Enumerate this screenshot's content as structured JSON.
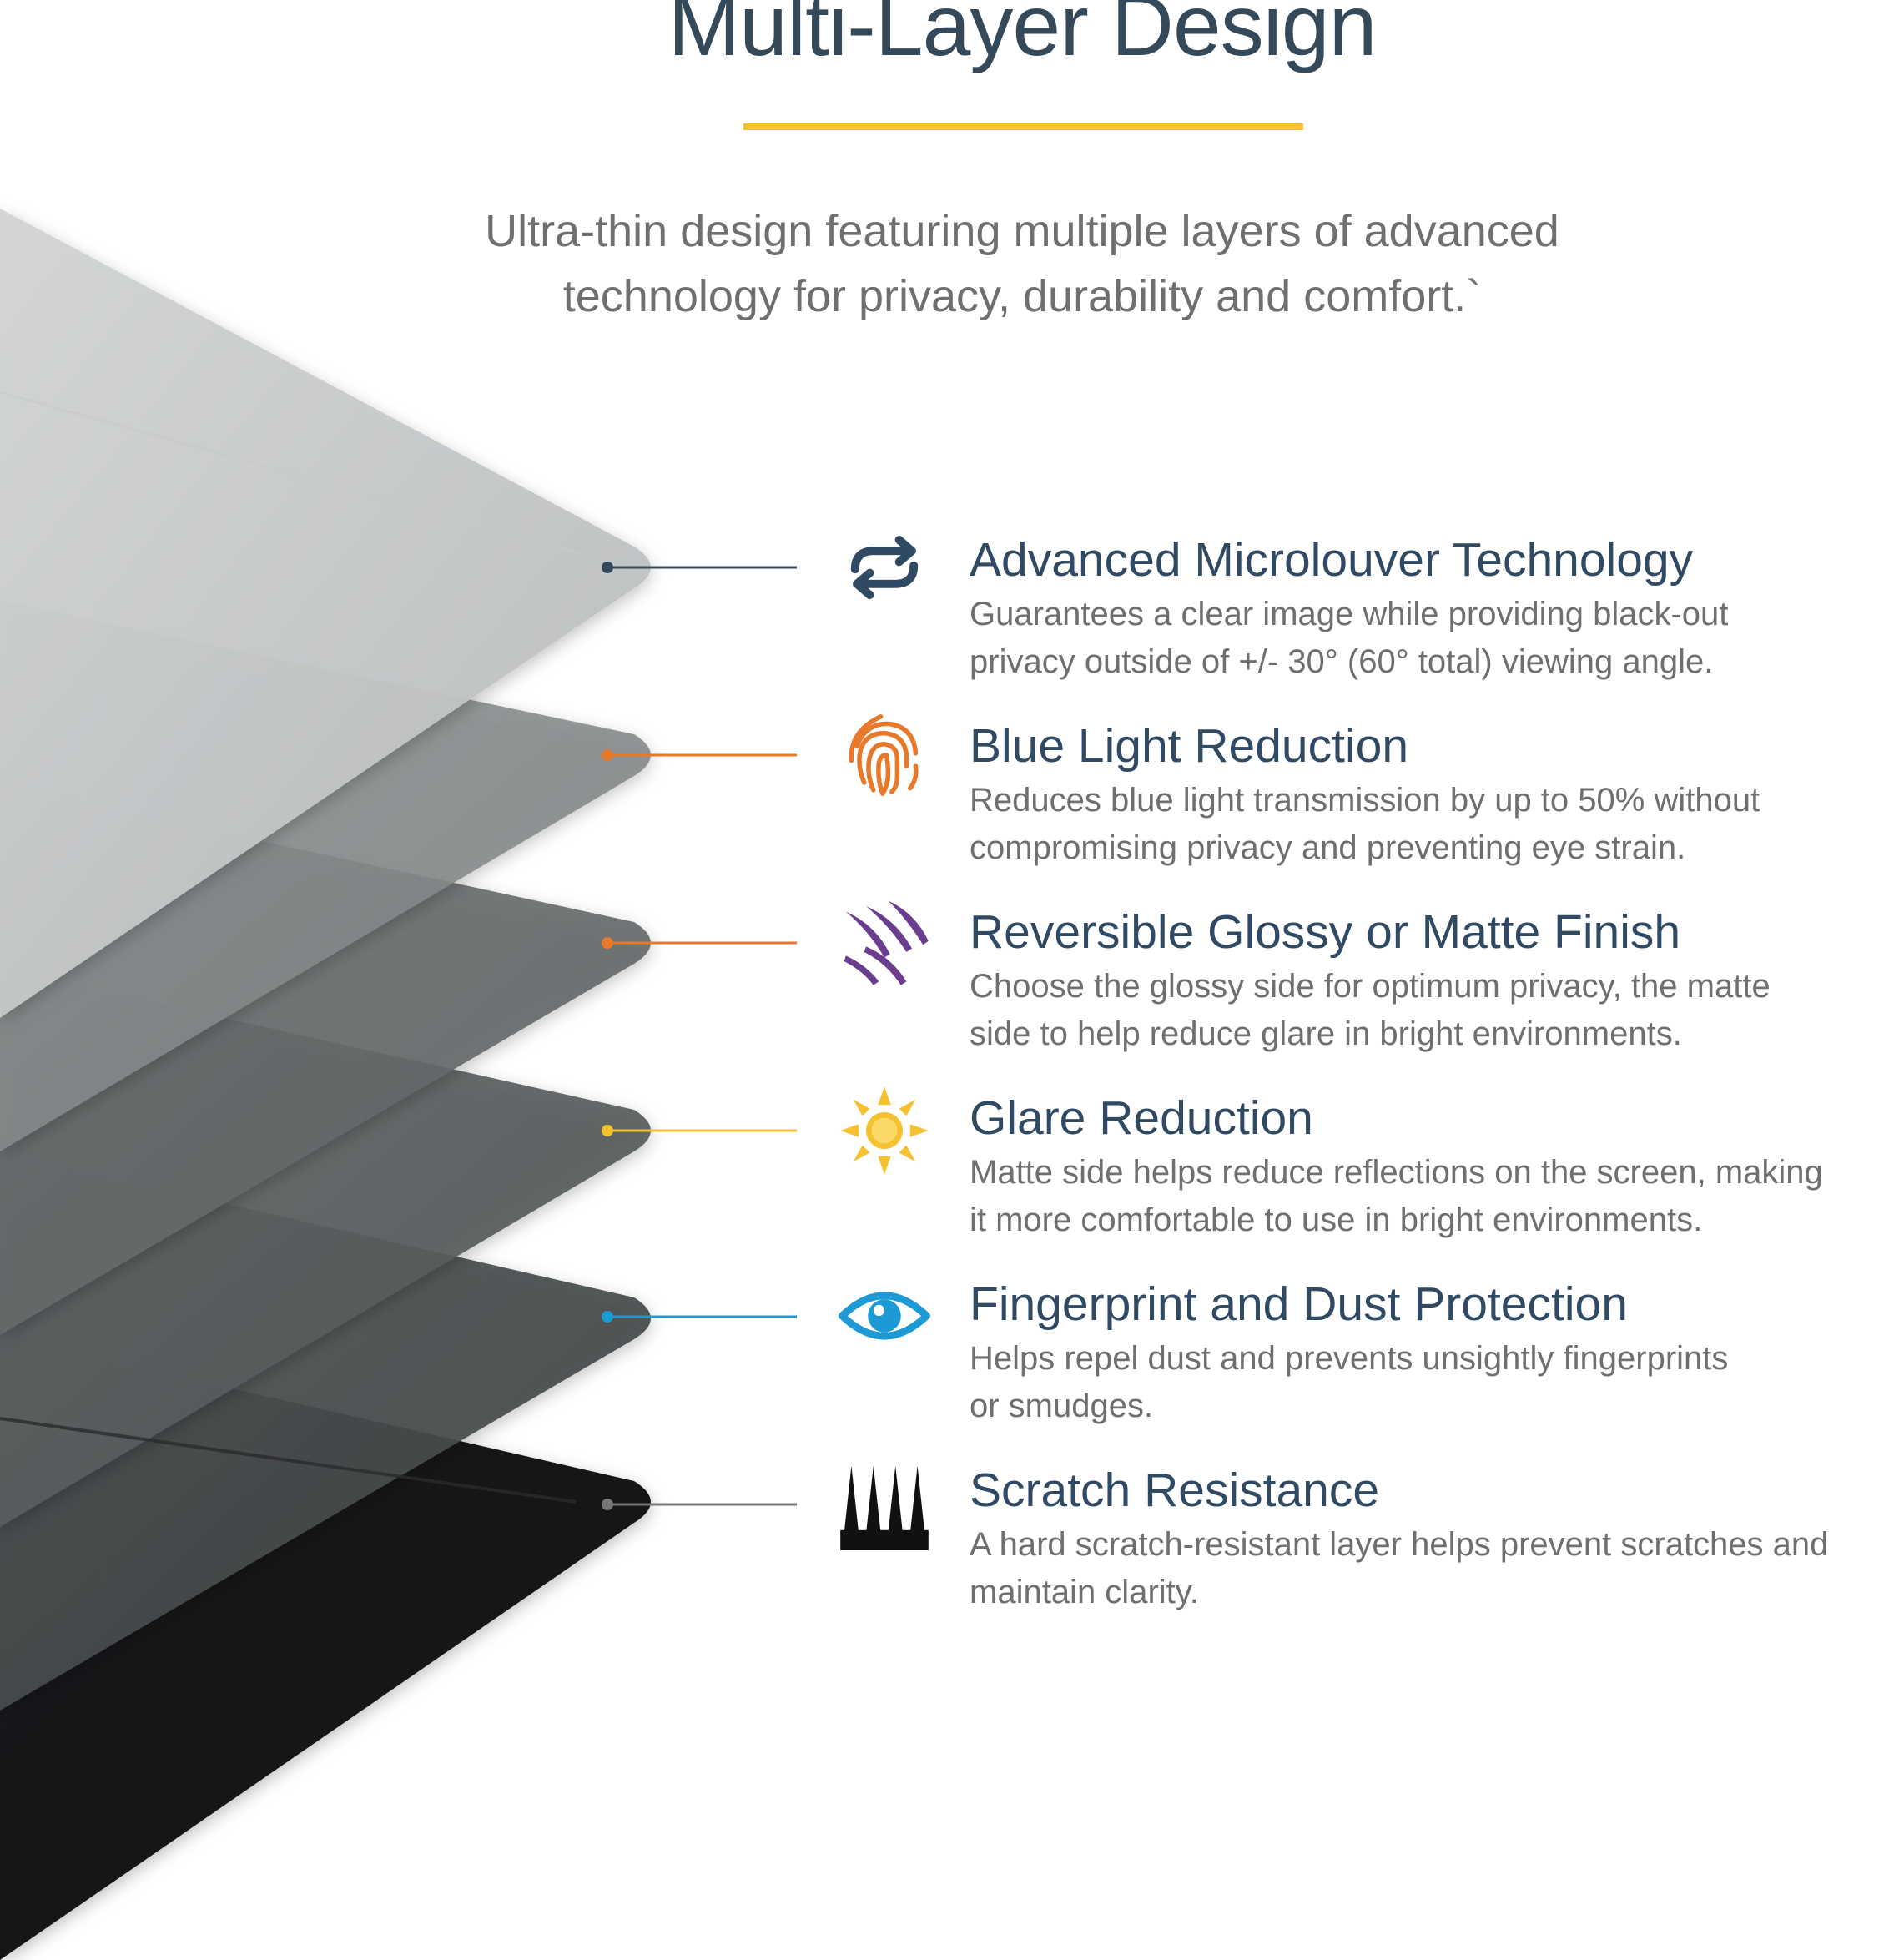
{
  "header": {
    "title": "Multi-Layer Design",
    "subtitle_line1": "Ultra-thin design featuring multiple layers of advanced",
    "subtitle_line2": "technology for privacy, durability and comfort.`"
  },
  "colors": {
    "title": "#34495a",
    "accent_rule": "#f6c12f",
    "body_text": "#6f6f71",
    "feature_title": "#2f4a62"
  },
  "features": [
    {
      "icon": "arrows-cycle-icon",
      "connector_color": "#34495a",
      "title": "Advanced Microlouver Technology",
      "desc_line1": "Guarantees a clear image while providing black-out",
      "desc_line2": "privacy outside of +/- 30° (60° total) viewing angle."
    },
    {
      "icon": "fingerprint-icon",
      "connector_color": "#e8792a",
      "title": "Blue Light Reduction",
      "desc_line1": "Reduces blue light transmission by up to 50% without",
      "desc_line2": "compromising privacy and preventing eye strain."
    },
    {
      "icon": "claw-marks-icon",
      "connector_color": "#e8792a",
      "title": "Reversible Glossy or Matte Finish",
      "desc_line1": "Choose the glossy side for optimum privacy, the matte",
      "desc_line2": "side to help reduce glare in bright environments."
    },
    {
      "icon": "sun-icon",
      "connector_color": "#f6c12f",
      "title": "Glare Reduction",
      "desc_line1": "Matte side helps reduce reflections on the screen, making",
      "desc_line2": "it more comfortable to use in bright environments."
    },
    {
      "icon": "eye-icon",
      "connector_color": "#1d9ad6",
      "title": "Fingerprint and Dust Protection",
      "desc_line1": "Helps repel dust and prevents unsightly fingerprints",
      "desc_line2": "or smudges."
    },
    {
      "icon": "spikes-icon",
      "connector_color": "#777777",
      "title": "Scratch Resistance",
      "desc_line1": "A hard scratch-resistant layer helps prevent scratches and",
      "desc_line2": "maintain clarity."
    }
  ]
}
